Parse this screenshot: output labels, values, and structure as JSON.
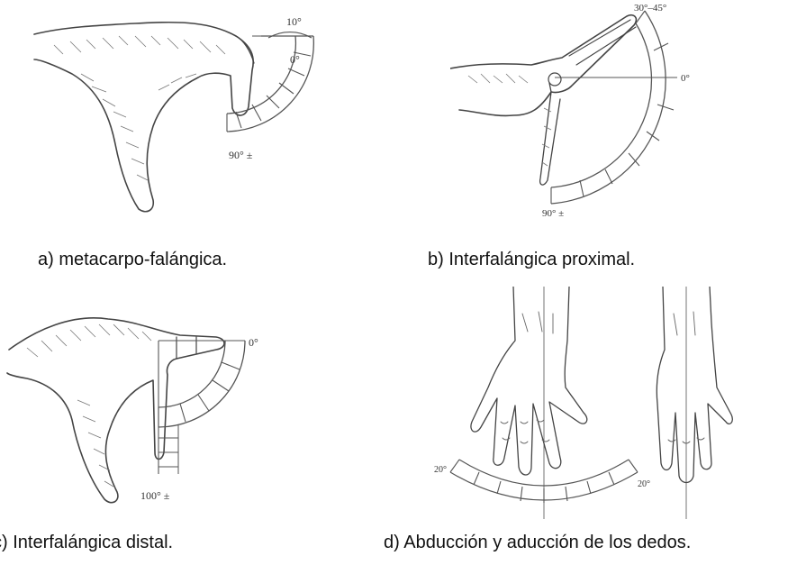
{
  "panels": {
    "a": {
      "caption": "a) metacarpo-falángica.",
      "angle_labels": [
        "10°",
        "0°",
        "90° ±"
      ]
    },
    "b": {
      "caption": "b) Interfalángica proximal.",
      "angle_labels": [
        "30°–45°",
        "0°",
        "90° ±"
      ]
    },
    "c": {
      "caption": "c) Interfalángica distal.",
      "angle_labels": [
        "0°",
        "100° ±"
      ]
    },
    "d": {
      "caption": "d) Abducción y aducción de los dedos.",
      "angle_labels": [
        "20°",
        "20°"
      ]
    }
  }
}
